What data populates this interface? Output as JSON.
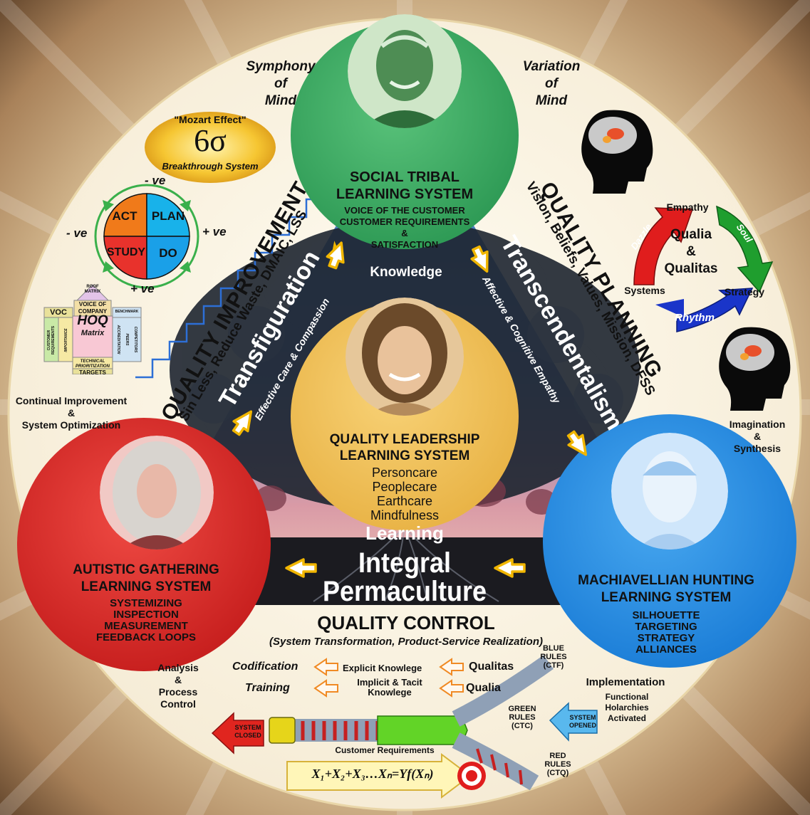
{
  "symphony": "Symphony\nof\nMind",
  "variation": "Variation\nof\nMind",
  "six_sigma": {
    "quote": "\"Mozart Effect\"",
    "symbol": "6σ",
    "sub": "Breakthrough System"
  },
  "pdca": {
    "act": "ACT",
    "plan": "PLAN",
    "study": "STUDY",
    "do": "DO",
    "neg_top": "- ve",
    "neg_left": "- ve",
    "pos_right": "+ ve",
    "pos_bottom": "+ ve"
  },
  "hoq": {
    "roof": "ROOF\nMATRIX",
    "voice": "VOICE OF\nCOMPANY",
    "voc": "VOC",
    "benchmark": "BENCHMARK",
    "customer_req": "CUSTOMER\nREQUIREMENTS",
    "importance": "IMPORTANCE",
    "title": "HOQ",
    "matrix": "Matrix",
    "accreditation": "ACCREDITATION",
    "peers": "PEERS",
    "competitors": "COMPETITORS",
    "technical": "TECHNICAL\nPRIORITIZATION",
    "targets": "TARGETS"
  },
  "quality_improvement": {
    "title": "QUALITY IMPROVEMENT",
    "sub": "Sin Less, Reduce Waste, DMAIC, LSS"
  },
  "quality_planning": {
    "title": "QUALITY PLANNING",
    "sub": "Vision, Beliefs, Values, Mission, DFSS"
  },
  "continual": "Continual Improvement\n&\nSystem Optimization",
  "imagination": "Imagination\n&\nSynthesis",
  "qualia_cycle": {
    "empathy": "Empathy",
    "dazzle": "Dazzle",
    "soul": "Soul",
    "title": "Qualia\n&\nQualitas",
    "systems": "Systems",
    "strategy": "Strategy",
    "rhythm": "Rhythm"
  },
  "social": {
    "title1": "SOCIAL TRIBAL",
    "title2": "LEARNING SYSTEM",
    "body": "VOICE OF THE CUSTOMER\nCUSTOMER REQUIREMENTS\n&\nSATISFACTION"
  },
  "knowledge": "Knowledge",
  "transfiguration": "Transfiguration",
  "transcendentalism": "Transcendentalism",
  "effective_care": "Effective Care & Compassion",
  "affective": "Affective & Cognitive Empathy",
  "leadership": {
    "title1": "QUALITY LEADERSHIP",
    "title2": "LEARNING SYSTEM",
    "body": "Personcare\nPeoplecare\nEarthcare\nMindfulness"
  },
  "learning": "Learning",
  "integral": "Integral",
  "permaculture": "Permaculture",
  "autistic": {
    "title1": "AUTISTIC GATHERING",
    "title2": "LEARNING SYSTEM",
    "body": "SYSTEMIZING\nINSPECTION\nMEASUREMENT\nFEEDBACK LOOPS"
  },
  "machiavellian": {
    "title1": "MACHIAVELLIAN HUNTING",
    "title2": "LEARNING SYSTEM",
    "body": "SILHOUETTE\nTARGETING\nSTRATEGY\nALLIANCES"
  },
  "quality_control": {
    "title": "QUALITY CONTROL",
    "sub": "(System Transformation, Product-Service Realization)"
  },
  "analysis": "Analysis\n&\nProcess\nControl",
  "implementation": "Implementation",
  "functional": "Functional\nHolarchies\nActivated",
  "codification": "Codification",
  "explicit": "Explicit Knowlege",
  "qualitas": "Qualitas",
  "training": "Training",
  "implicit": "Implicit & Tacit\nKnowlege",
  "qualia": "Qualia",
  "system_closed": "SYSTEM\nCLOSED",
  "system_opened": "SYSTEM\nOPENED",
  "blue_rules": "BLUE\nRULES\n(CTF)",
  "green_rules": "GREEN\nRULES\n(CTC)",
  "red_rules": "RED\nRULES\n(CTQ)",
  "customer_requirements": "Customer Requirements",
  "equation": "X₁+X₂+X₃…Xₙ=Yf(Xₙ)"
}
